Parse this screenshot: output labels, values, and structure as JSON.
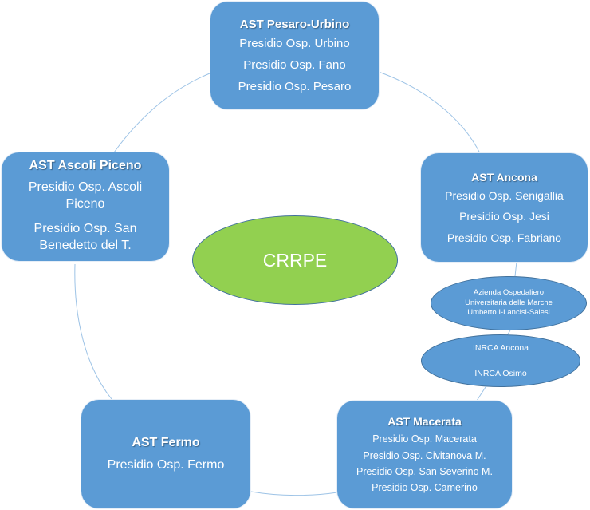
{
  "diagram": {
    "center": {
      "label": "CRRPE",
      "color": "#92d050"
    },
    "node_color": "#5b9bd5",
    "connector_color": "#9dc3e6",
    "nodes": {
      "pesaro_urbino": {
        "title": "AST Pesaro-Urbino",
        "items": [
          "Presidio Osp. Urbino",
          "Presidio Osp. Fano",
          "Presidio Osp. Pesaro"
        ]
      },
      "ascoli_piceno": {
        "title": "AST Ascoli Piceno",
        "items": [
          "Presidio Osp. Ascoli Piceno",
          "Presidio Osp. San Benedetto del T."
        ]
      },
      "ancona": {
        "title": "AST Ancona",
        "items": [
          "Presidio Osp. Senigallia",
          "Presidio Osp. Jesi",
          "Presidio Osp. Fabriano"
        ]
      },
      "fermo": {
        "title": "AST Fermo",
        "items": [
          "Presidio Osp. Fermo"
        ]
      },
      "macerata": {
        "title": "AST Macerata",
        "items": [
          "Presidio Osp. Macerata",
          "Presidio Osp. Civitanova M.",
          "Presidio Osp. San Severino M.",
          "Presidio Osp. Camerino"
        ]
      }
    },
    "sub_nodes": {
      "aou": {
        "label": "Azienda Ospedaliero Universitaria delle Marche  Umberto I-Lancisi-Salesi"
      },
      "inrca": {
        "items": [
          "INRCA Ancona",
          "INRCA Osimo"
        ]
      }
    }
  }
}
